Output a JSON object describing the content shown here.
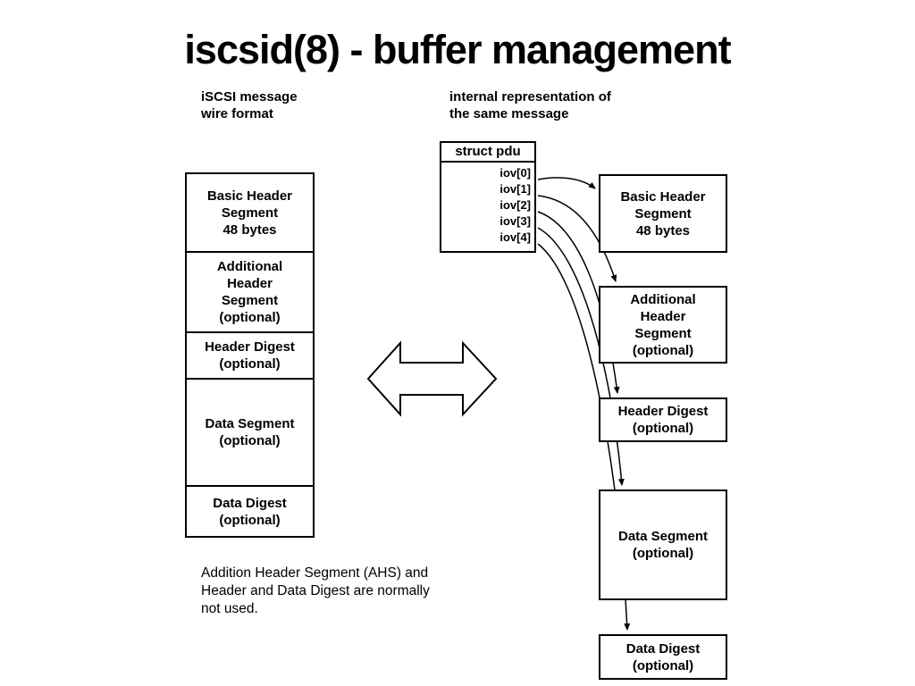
{
  "title": "iscsid(8) - buffer management",
  "left_column": {
    "heading": "iSCSI message\nwire format",
    "segments": [
      {
        "label": "Basic Header\nSegment\n48 bytes"
      },
      {
        "label": "Additional\nHeader\nSegment\n(optional)"
      },
      {
        "label": "Header Digest\n(optional)"
      },
      {
        "label": "Data Segment\n(optional)"
      },
      {
        "label": "Data Digest\n(optional)"
      }
    ]
  },
  "pdu": {
    "title": "struct pdu",
    "iov_entries": [
      "iov[0]",
      "iov[1]",
      "iov[2]",
      "iov[3]",
      "iov[4]"
    ]
  },
  "right_column": {
    "heading": "internal representation of\nthe same message",
    "boxes": [
      {
        "label": "Basic Header\nSegment\n48 bytes"
      },
      {
        "label": "Additional\nHeader\nSegment\n(optional)"
      },
      {
        "label": "Header Digest\n(optional)"
      },
      {
        "label": "Data Segment\n(optional)"
      },
      {
        "label": "Data Digest\n(optional)"
      }
    ]
  },
  "note": "Addition Header Segment (AHS) and\nHeader and Data Digest are normally\nnot used."
}
